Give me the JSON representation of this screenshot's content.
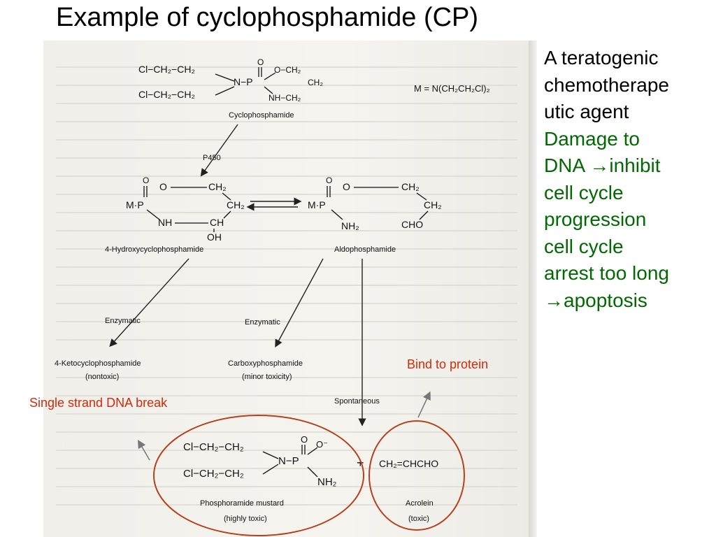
{
  "title": "Example of cyclophosphamide (CP)",
  "side_text": {
    "line1": "A teratogenic",
    "line2": "chemotherape",
    "line3": "utic agent",
    "line4": "Damage to",
    "line5": "DNA →inhibit",
    "line6": "cell cycle",
    "line7": "progression",
    "line8": "cell cycle",
    "line9": "arrest too long",
    "line10": "→apoptosis"
  },
  "labels": {
    "bind_protein": "Bind to protein",
    "single_strand": "Single strand DNA break"
  },
  "diagram": {
    "cp_line1": "Cl−CH₂−CH₂",
    "cp_line2": "Cl−CH₂−CH₂",
    "cp_o": "O",
    "cp_np": "N−P",
    "cp_ring1": "O−CH₂",
    "cp_ring2": "CH₂",
    "cp_ring3": "NH−CH₂",
    "m_def": "M = N(CH₂CH₂Cl)₂",
    "cp_name": "Cyclophosphamide",
    "p450": "P450",
    "h_mp": "M·P",
    "h_o_top": "O",
    "h_o": "O",
    "h_ch2a": "CH₂",
    "h_ch2b": "CH₂",
    "h_nh": "NH",
    "h_ch": "CH",
    "h_oh": "OH",
    "h_name": "4-Hydroxycyclophosphamide",
    "a_mp": "M·P",
    "a_o_top": "O",
    "a_o": "O",
    "a_ch2a": "CH₂",
    "a_ch2b": "CH₂",
    "a_nh2": "NH₂",
    "a_cho": "CHO",
    "a_name": "Aldophosphamide",
    "enz1": "Enzymatic",
    "enz2": "Enzymatic",
    "keto_name": "4-Ketocyclophosphamide",
    "keto_note": "(nontoxic)",
    "carb_name": "Carboxyphosphamide",
    "carb_note": "(minor toxicity)",
    "spont": "Spontaneous",
    "pm_line1": "Cl−CH₂−CH₂",
    "pm_line2": "Cl−CH₂−CH₂",
    "pm_np": "N−P",
    "pm_o": "O",
    "pm_ominus": "O⁻",
    "pm_nh2": "NH₂",
    "plus": "+",
    "acro_formula": "CH₂=CHCHO",
    "pm_name": "Phosphoramide mustard",
    "pm_note": "(highly toxic)",
    "acro_name": "Acrolein",
    "acro_note": "(toxic)"
  },
  "colors": {
    "red_text": "#d42a0c",
    "green_text": "#006a00",
    "circle": "#b5401c"
  }
}
